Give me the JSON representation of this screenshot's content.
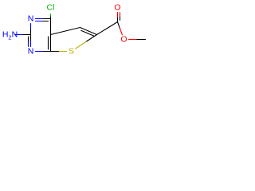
{
  "molecule": {
    "atoms": [
      {
        "symbol": "Cl"
      },
      {
        "symbol": "N"
      },
      {
        "symbol": "NH2",
        "text": "H",
        "sub": "2",
        "suffix": "N"
      },
      {
        "symbol": "N"
      },
      {
        "symbol": "S"
      },
      {
        "symbol": "O"
      },
      {
        "symbol": "O"
      }
    ]
  },
  "colors": {
    "bond": "#000000",
    "nitrogen": "#0000ff",
    "sulfur": "#b2b200",
    "oxygen": "#ff0000",
    "chlorine": "#00b300"
  }
}
